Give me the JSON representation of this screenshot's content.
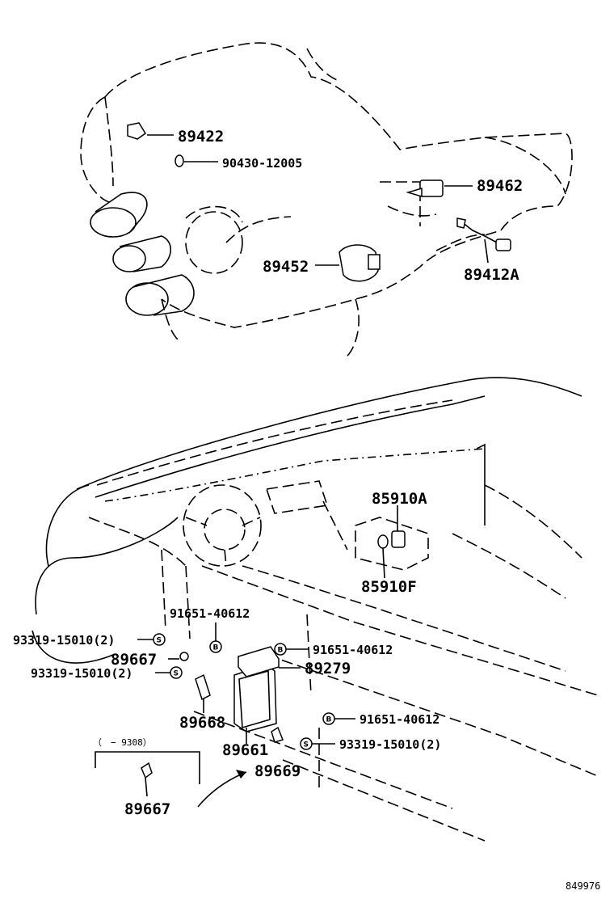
{
  "diagram_id": "849976",
  "date_range_note": "（　− 9308）",
  "parts": {
    "p89422": "89422",
    "p90430": "90430-12005",
    "p89462": "89462",
    "p89452": "89452",
    "p89412A": "89412A",
    "p85910A": "85910A",
    "p85910F": "85910F",
    "p91651_a": "91651-40612",
    "p93319_a": "93319-15010(2)",
    "p89667_a": "89667",
    "p93319_b": "93319-15010(2)",
    "p91651_b": "91651-40612",
    "p89279": "89279",
    "p89668": "89668",
    "p89661": "89661",
    "p91651_c": "91651-40612",
    "p93319_c": "93319-15010(2)",
    "p89669": "89669",
    "p89667_b": "89667"
  },
  "symbols": {
    "screw": "S",
    "bolt": "B"
  }
}
